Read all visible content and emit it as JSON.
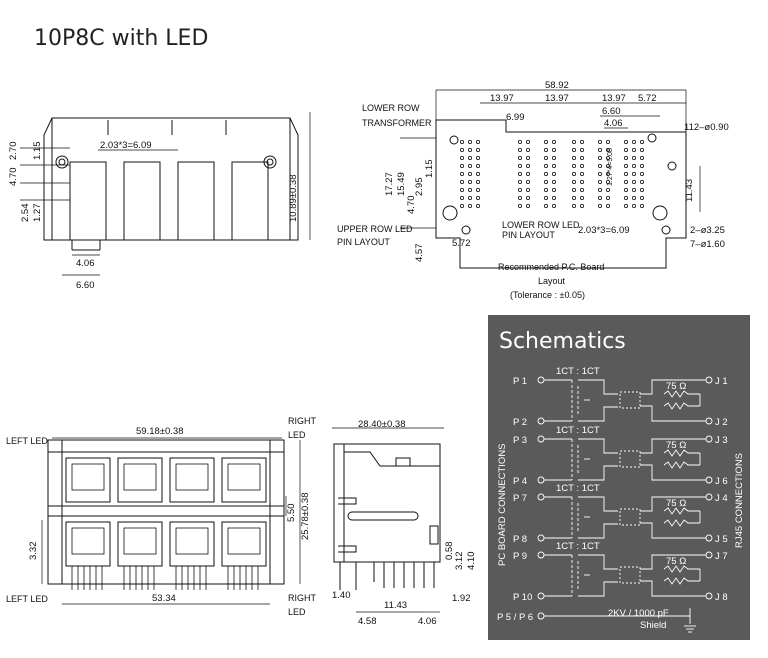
{
  "title": "10P8C with LED",
  "front_view": {
    "dims": {
      "pitch": "2.03*3=6.09",
      "d1": "2.70",
      "d2": "1.15",
      "d3": "4.70",
      "d4": "2.54",
      "d5": "1.27",
      "d6": "10.89±0.38",
      "d7": "4.06",
      "d8": "6.60"
    }
  },
  "pcb_layout": {
    "labels": {
      "lower_row_transformer_1": "LOWER ROW",
      "lower_row_transformer_2": "TRANSFORMER",
      "upper_row_led_1": "UPPER ROW LED",
      "upper_row_led_2": "PIN LAYOUT",
      "lower_row_led_1": "LOWER ROW LED",
      "lower_row_led_2": "PIN LAYOUT",
      "recommended_1": "Recommended P.C. Board",
      "recommended_2": "Layout",
      "recommended_3": "(Tolerance : ±0.05)"
    },
    "dims": {
      "total": "58.92",
      "a": "13.97",
      "b": "13.97",
      "c": "13.97",
      "d": "5.72",
      "e": "6.99",
      "f": "6.60",
      "g": "4.06",
      "holes_small": "112–ø0.90",
      "h1": "17.27",
      "h2": "15.49",
      "h3": "1.15",
      "h4": "2.95",
      "h5": "4.70",
      "h6": "4.57",
      "h7": "5.72",
      "h8": "11.43",
      "pitch": "2.03*3=6.09",
      "holes_mid": "2–ø3.25",
      "holes_large": "7–ø1.60",
      "sub_pitch": "1.27*4=5.08"
    }
  },
  "bottom_front": {
    "labels": {
      "left_led_top": "LEFT LED",
      "left_led_bottom": "LEFT LED",
      "right_led_top_1": "RIGHT",
      "right_led_top_2": "LED",
      "right_led_bottom_1": "RIGHT",
      "right_led_bottom_2": "LED"
    },
    "dims": {
      "width_top": "59.18±0.38",
      "width_bottom": "53.34",
      "h_left": "3.32",
      "h_right_a": "5.50",
      "h_right_b": "25.78±0.38"
    }
  },
  "side_view": {
    "dims": {
      "depth": "28.40±0.38",
      "a": "0.58",
      "b": "3.12",
      "c": "4.10",
      "d": "1.40",
      "e": "11.43",
      "f": "1.92",
      "g": "4.58",
      "h": "4.06"
    }
  },
  "schematics": {
    "title": "Schematics",
    "left_axis": "PC BOARD CONNECTIONS",
    "right_axis": "RJ45 CONNECTIONS",
    "ratios": [
      "1CT : 1CT",
      "1CT : 1CT",
      "1CT : 1CT",
      "1CT : 1CT"
    ],
    "resistor": "75 Ω",
    "left_pins": [
      "P 1",
      "P 2",
      "P 3",
      "P 4",
      "P 7",
      "P 8",
      "P 9",
      "P 10"
    ],
    "right_pins": [
      "J 1",
      "J 2",
      "J 3",
      "J 6",
      "J 4",
      "J 5",
      "J 7",
      "J 8"
    ],
    "bottom_pin": "P 5 / P 6",
    "cap": "2KV / 1000 pF",
    "shield": "Shield",
    "colors": {
      "background": "#5a5a5a",
      "lines": "#ffffff"
    }
  }
}
